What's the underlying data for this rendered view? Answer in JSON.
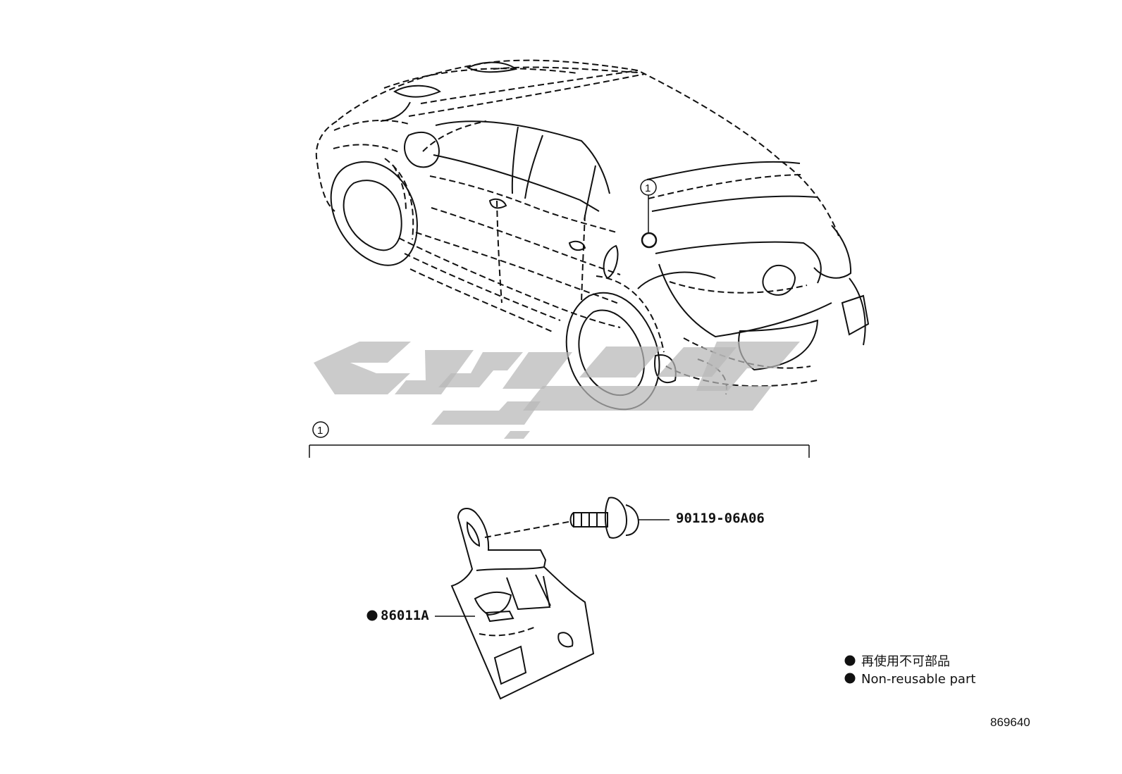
{
  "callouts": {
    "top_marker": "1",
    "group_marker": "1"
  },
  "parts": {
    "bolt_part_number": "90119-06A06",
    "module_part_number": "86011A"
  },
  "legend": {
    "japanese": "再使用不可部品",
    "english": "Non-reusable part"
  },
  "diagram_ref": "869640",
  "colors": {
    "line": "#111111",
    "watermark": "#b7b7b7",
    "background": "#ffffff"
  }
}
